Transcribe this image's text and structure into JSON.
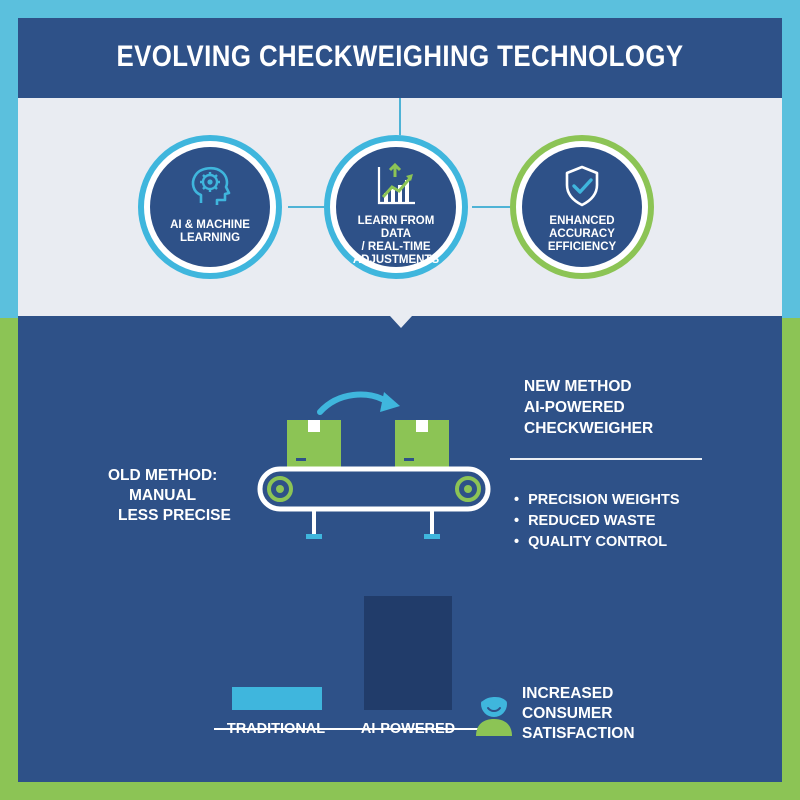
{
  "title": "EVOLVING CHECKWEIGHING TECHNOLOGY",
  "colors": {
    "navy": "#2e5188",
    "accent_blue": "#3fb6dd",
    "accent_green": "#8cc455",
    "dark_bar": "#213c6a",
    "light_band": "#e9ecf2"
  },
  "circles": [
    {
      "icon": "brain-gear-icon",
      "lines": [
        "AI & MACHINE",
        "LEARNING"
      ]
    },
    {
      "icon": "growth-chart-icon",
      "lines": [
        "LEARN FROM DATA",
        "/ REAL-TIME",
        "ADJUSTMENTS"
      ]
    },
    {
      "icon": "shield-check-icon",
      "lines": [
        "ENHANCED",
        "ACCURACY",
        "EFFICIENCY"
      ]
    }
  ],
  "old_method": [
    "OLD METHOD:",
    "MANUAL",
    "LESS PRECISE"
  ],
  "new_method": [
    "NEW METHOD",
    "AI-POWERED",
    "CHECKWEIGHER"
  ],
  "benefits": [
    "PRECISION WEIGHTS",
    "REDUCED WASTE",
    "QUALITY CONTROL"
  ],
  "chart_data": {
    "type": "bar",
    "categories": [
      "TRADITIONAL",
      "AI-POWERED"
    ],
    "values": [
      20,
      100
    ],
    "colors": [
      "#3fb6dd",
      "#213c6a"
    ],
    "ylim": [
      0,
      100
    ],
    "grid": false
  },
  "outcome": {
    "icon": "person-icon",
    "lines": [
      "INCREASED",
      "CONSUMER",
      "SATISFACTION"
    ]
  }
}
